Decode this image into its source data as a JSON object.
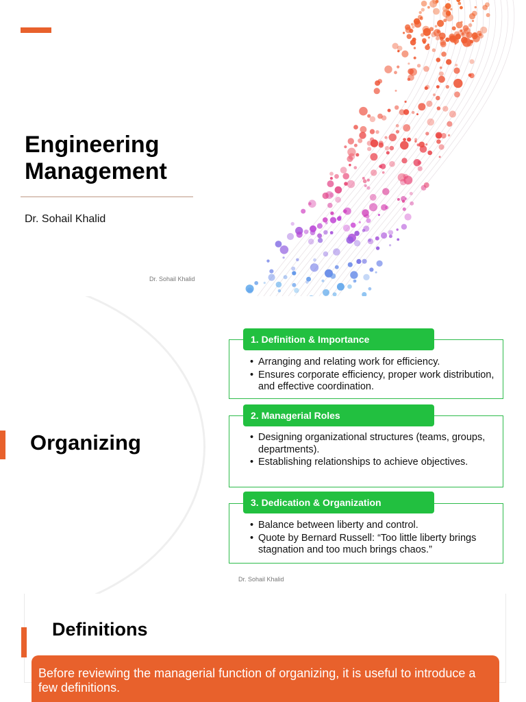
{
  "slide1": {
    "title_line1": "Engineering",
    "title_line2": "Management",
    "author": "Dr. Sohail Khalid",
    "footer": "Dr. Sohail Khalid",
    "accent_color": "#e8612c",
    "artwork": "particle-wave-decoration"
  },
  "slide2": {
    "heading": "Organizing",
    "footer": "Dr. Sohail Khalid",
    "header_color": "#22c040",
    "cards": [
      {
        "title": "1. Definition & Importance",
        "bullets": [
          "Arranging and relating work for efficiency.",
          "Ensures corporate efficiency, proper work distribution, and effective coordination."
        ]
      },
      {
        "title": "2. Managerial Roles",
        "bullets": [
          "Designing organizational structures (teams, groups, departments).",
          "Establishing relationships to achieve objectives."
        ]
      },
      {
        "title": "3. Dedication & Organization",
        "bullets": [
          "Balance between liberty and control.",
          "Quote by Bernard Russell: “Too little liberty brings stagnation and too much brings chaos.”"
        ]
      }
    ]
  },
  "slide3": {
    "heading": "Definitions",
    "callout": "Before reviewing the managerial function of organizing, it is useful to introduce a few definitions."
  }
}
